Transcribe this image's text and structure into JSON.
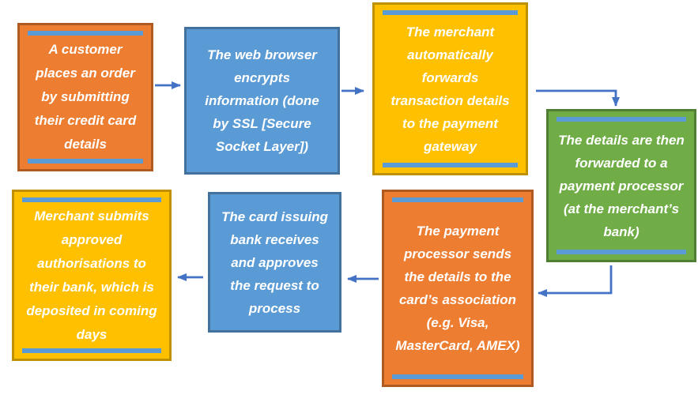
{
  "diagram": {
    "description": "Online credit card payment processing flow",
    "palette": {
      "connector": "#4472C4",
      "accent_line": "#5B9BD5",
      "text_color": "#FFFFFF",
      "orange_fill": "#ED7D31",
      "orange_border": "#AE5A21",
      "blue_fill": "#5B9BD5",
      "blue_border": "#41719C",
      "yellow_fill": "#FFC000",
      "yellow_border": "#BF9000",
      "green_fill": "#70AD47",
      "green_border": "#507E32"
    }
  },
  "boxes": [
    {
      "id": "customer-order",
      "color": "orange",
      "accents": true,
      "text": "A customer places an order by submitting their credit card details"
    },
    {
      "id": "browser-encrypts",
      "color": "blue",
      "accents": false,
      "text": "The web browser encrypts information (done by SSL [Secure Socket Layer])"
    },
    {
      "id": "merchant-forwards",
      "color": "yellow",
      "accents": true,
      "text": "The merchant automatically forwards transaction details to the payment gateway"
    },
    {
      "id": "payment-processor",
      "color": "green",
      "accents": true,
      "text": "The details are then forwarded to a payment processor (at the merchant’s bank)"
    },
    {
      "id": "card-association",
      "color": "orange",
      "accents": true,
      "text": "The payment processor sends the details to the card’s association (e.g. Visa, MasterCard, AMEX)"
    },
    {
      "id": "issuing-bank",
      "color": "blue",
      "accents": false,
      "text": "The card issuing bank receives and approves the request to process"
    },
    {
      "id": "merchant-submits",
      "color": "yellow",
      "accents": true,
      "text": "Merchant submits approved authorisations to their bank, which is deposited in coming days"
    }
  ],
  "connectors": [
    {
      "from": "customer-order",
      "to": "browser-encrypts",
      "shape": "straight-right"
    },
    {
      "from": "browser-encrypts",
      "to": "merchant-forwards",
      "shape": "straight-right"
    },
    {
      "from": "merchant-forwards",
      "to": "payment-processor",
      "shape": "elbow-right-down"
    },
    {
      "from": "payment-processor",
      "to": "card-association",
      "shape": "elbow-down-left"
    },
    {
      "from": "card-association",
      "to": "issuing-bank",
      "shape": "straight-left"
    },
    {
      "from": "issuing-bank",
      "to": "merchant-submits",
      "shape": "straight-left"
    }
  ]
}
